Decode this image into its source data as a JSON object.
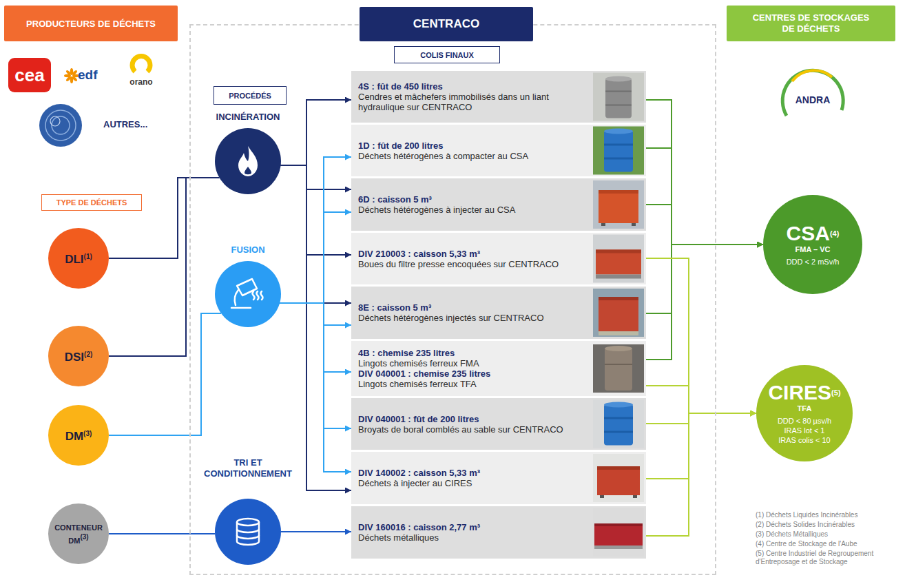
{
  "diagram": {
    "nodes": [
      {
        "text": [
          "PRODUCTEURS DE DÉCHETS"
        ]
      },
      {
        "text": [
          "TYPE DE DÉCHETS"
        ]
      },
      {
        "text": [
          "DLI",
          "(1)"
        ]
      },
      {
        "text": [
          "DSI",
          "(2)"
        ]
      },
      {
        "text": [
          "DM",
          "(3)"
        ]
      },
      {
        "text": [
          "CONTENEUR DM",
          "(3)"
        ]
      },
      {
        "text": [
          "CENTRACO"
        ]
      },
      {
        "text": [
          "COLIS FINAUX"
        ],
        "in": 6
      },
      {
        "text": [
          "PROCÉDÉS"
        ],
        "in": 6
      },
      {
        "text": [
          "INCINÉRATION"
        ],
        "in": 6
      },
      {
        "text": [
          "FUSION"
        ],
        "in": 6
      },
      {
        "text": [
          "TRI ET CONDITIONNEMENT"
        ],
        "in": 6
      },
      {
        "text": [
          "4S : fût de 450 litres",
          "Cendres et mâchefers immobilisés dans un liant hydraulique sur CENTRACO"
        ],
        "in": 6
      },
      {
        "text": [
          "1D : fût de 200 litres",
          "Déchets hétérogènes à compacter au CSA"
        ],
        "in": 6
      },
      {
        "text": [
          "6D : caisson 5 m³",
          "Déchets hétérogènes à injecter au CSA"
        ],
        "in": 6
      },
      {
        "text": [
          "DIV 210003 : caisson 5,33 m³",
          "Boues du filtre presse encoquées sur CENTRACO"
        ],
        "in": 6
      },
      {
        "text": [
          "8E : caisson 5 m³",
          "Déchets hétérogènes injectés sur CENTRACO"
        ],
        "in": 6
      },
      {
        "text": [
          "4B : chemise 235 litres",
          "Lingots chemisés ferreux FMA",
          "DIV 040001 : chemise 235 litres",
          "Lingots chemisés ferreux TFA"
        ],
        "in": 6
      },
      {
        "text": [
          "DIV 040001 : fût de 200 litres",
          "Broyats de boral comblés au sable sur CENTRACO"
        ],
        "in": 6
      },
      {
        "text": [
          "DIV 140002 : caisson 5,33 m³",
          "Déchets à injecter au CIRES"
        ],
        "in": 6
      },
      {
        "text": [
          "DIV 160016 : caisson 2,77 m³",
          "Déchets métalliques"
        ],
        "in": 6
      },
      {
        "text": [
          "CENTRES DE STOCKAGES DE DÉCHETS"
        ]
      },
      {
        "text": [
          "CSA",
          "(4)",
          "FMA – VC",
          "DDD < 2 mSv/h"
        ]
      },
      {
        "text": [
          "CIRES",
          "(5)",
          "TFA",
          "DDD < 80 µsv/h",
          "IRAS lot < 1",
          "IRAS colis < 10"
        ]
      }
    ],
    "edges": [
      {
        "from": 2,
        "to": 9,
        "arrow": "none"
      },
      {
        "from": 3,
        "to": 9,
        "arrow": "none"
      },
      {
        "from": 4,
        "to": 10,
        "arrow": "none"
      },
      {
        "from": 5,
        "to": 11,
        "arrow": "none"
      },
      {
        "from": 11,
        "to": 20,
        "arrow": "to"
      },
      {
        "from": 9,
        "to": 12,
        "arrow": "to"
      },
      {
        "from": 9,
        "to": 14,
        "arrow": "to"
      },
      {
        "from": 9,
        "to": 15,
        "arrow": "to"
      },
      {
        "from": 9,
        "to": 16,
        "arrow": "to"
      },
      {
        "from": 9,
        "to": 19,
        "arrow": "to"
      },
      {
        "from": 10,
        "to": 13,
        "arrow": "to"
      },
      {
        "from": 10,
        "to": 14,
        "arrow": "to"
      },
      {
        "from": 10,
        "to": 16,
        "arrow": "to"
      },
      {
        "from": 10,
        "to": 17,
        "arrow": "to"
      },
      {
        "from": 10,
        "to": 18,
        "arrow": "to"
      },
      {
        "from": 10,
        "to": 19,
        "arrow": "to"
      },
      {
        "from": 12,
        "to": 22,
        "arrow": "to"
      },
      {
        "from": 13,
        "to": 22,
        "arrow": "to"
      },
      {
        "from": 14,
        "to": 22,
        "arrow": "to"
      },
      {
        "from": 16,
        "to": 22,
        "arrow": "to"
      },
      {
        "from": 17,
        "to": 22,
        "arrow": "to"
      },
      {
        "from": 15,
        "to": 23,
        "arrow": "to"
      },
      {
        "from": 17,
        "to": 23,
        "arrow": "to"
      },
      {
        "from": 18,
        "to": 23,
        "arrow": "to"
      },
      {
        "from": 19,
        "to": 23,
        "arrow": "to"
      },
      {
        "from": 20,
        "to": 23,
        "arrow": "to"
      }
    ],
    "labels": [
      "cea",
      "edf",
      "orano",
      "AUTRES...",
      "ANDRA",
      "(1) Déchets Liquides Incinérables",
      "(2) Déchets Solides Incinérables",
      "(3) Déchets Métalliques",
      "(4) Centre de Stockage de l'Aube",
      "(5) Centre Industriel de Regroupement d'Entreposage et de Stockage"
    ]
  }
}
